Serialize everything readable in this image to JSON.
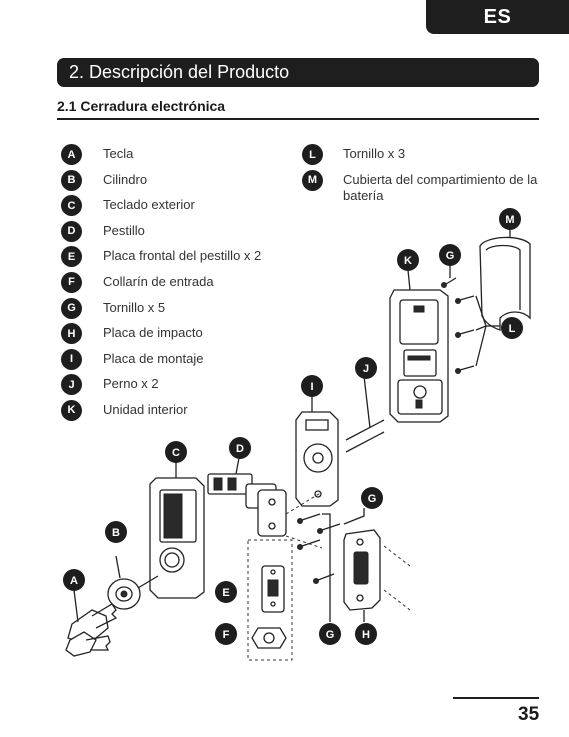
{
  "header": {
    "language_tab": "ES"
  },
  "section": {
    "title": "2. Descripción del Producto"
  },
  "subsection": {
    "title": "2.1 Cerradura electrónica"
  },
  "parts_left": [
    {
      "letter": "A",
      "label": "Tecla"
    },
    {
      "letter": "B",
      "label": "Cilindro"
    },
    {
      "letter": "C",
      "label": "Teclado exterior"
    },
    {
      "letter": "D",
      "label": "Pestillo"
    },
    {
      "letter": "E",
      "label": "Placa frontal del pestillo x 2"
    },
    {
      "letter": "F",
      "label": "Collarín de entrada"
    },
    {
      "letter": "G",
      "label": "Tornillo x 5"
    },
    {
      "letter": "H",
      "label": "Placa de impacto"
    },
    {
      "letter": "I",
      "label": "Placa de montaje"
    },
    {
      "letter": "J",
      "label": "Perno x 2"
    },
    {
      "letter": "K",
      "label": "Unidad interior"
    }
  ],
  "parts_right": [
    {
      "letter": "L",
      "label": "Tornillo x 3"
    },
    {
      "letter": "M",
      "label": "Cubierta del compartimiento de la batería"
    }
  ],
  "diagram_callouts": {
    "a": "A",
    "b": "B",
    "c": "C",
    "d": "D",
    "e": "E",
    "f": "F",
    "g1": "G",
    "g2": "G",
    "g3": "G",
    "h": "H",
    "i": "I",
    "j": "J",
    "k": "K",
    "l": "L",
    "m": "M"
  },
  "footer": {
    "page_number": "35"
  }
}
